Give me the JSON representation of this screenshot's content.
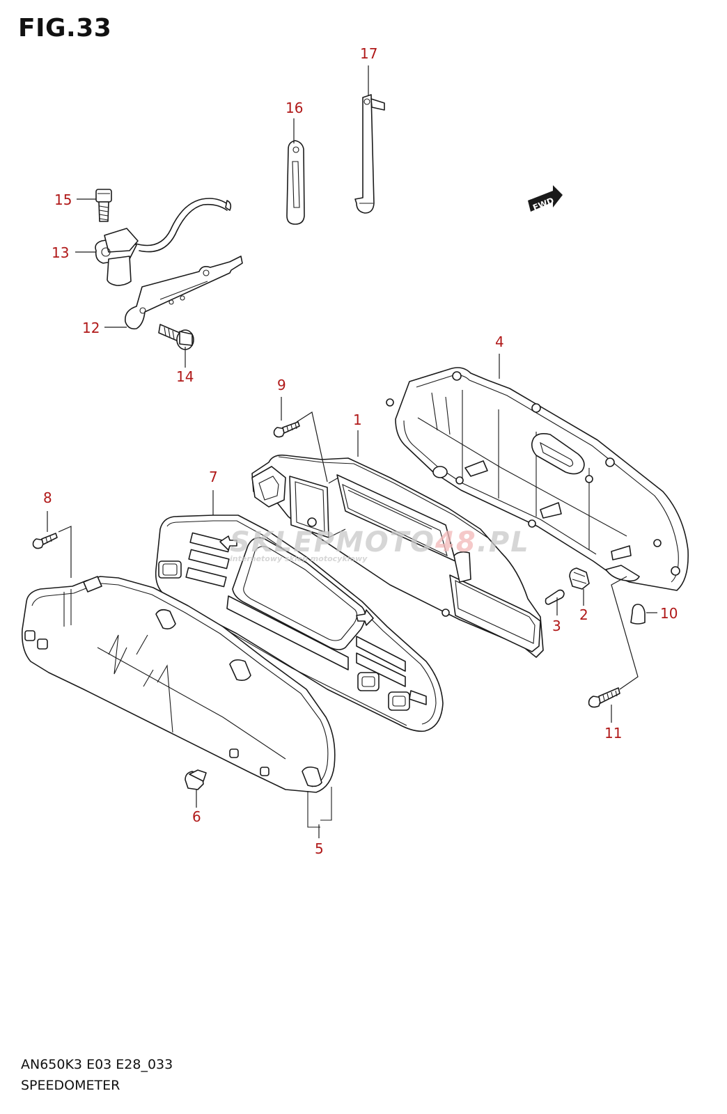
{
  "figure_title": "FIG.33",
  "model_code": "AN650K3 E03 E28_033",
  "diagram_name": "SPEEDOMETER",
  "fwd_badge": "FWD",
  "watermark": {
    "brand_a": "SKLEP",
    "brand_b": "MOTO",
    "brand_c": "48",
    "brand_d": ".PL",
    "tagline": "internetowy sklep motocyklowy"
  },
  "callouts": {
    "c1": "1",
    "c2": "2",
    "c3": "3",
    "c4": "4",
    "c5": "5",
    "c6": "6",
    "c7": "7",
    "c8": "8",
    "c9": "9",
    "c10": "10",
    "c11": "11",
    "c12": "12",
    "c13": "13",
    "c14": "14",
    "c15": "15",
    "c16": "16",
    "c17": "17"
  },
  "colors": {
    "callout": "#b01818",
    "line": "#1a1a1a",
    "watermark": "#c9c9c9",
    "watermark_accent": "#f2b8b8"
  }
}
